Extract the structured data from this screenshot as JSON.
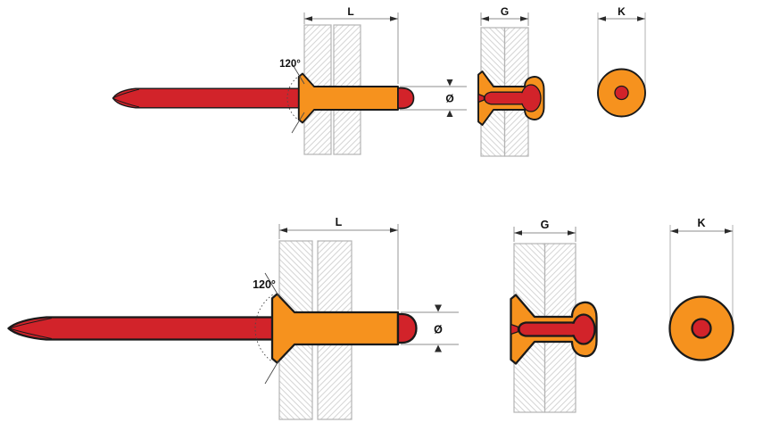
{
  "colors": {
    "background": "#ffffff",
    "orange": "#F6921E",
    "red": "#D2232A",
    "outline": "#1a1a1a",
    "hatch_line": "#d3d3d3",
    "plate_border": "#b4b4b4",
    "dim_line": "#8c8c8c",
    "dim_arrow": "#2b2b2b",
    "label_text": "#111111"
  },
  "rows": {
    "top": {
      "side_view": {
        "length_label": "L",
        "angle_label": "120°",
        "diameter_label": "Ø"
      },
      "grip_view": {
        "width_label": "G"
      },
      "head_view": {
        "width_label": "K"
      }
    },
    "bottom": {
      "side_view": {
        "length_label": "L",
        "angle_label": "120°",
        "diameter_label": "Ø"
      },
      "grip_view": {
        "width_label": "G"
      },
      "head_view": {
        "width_label": "K"
      }
    }
  }
}
